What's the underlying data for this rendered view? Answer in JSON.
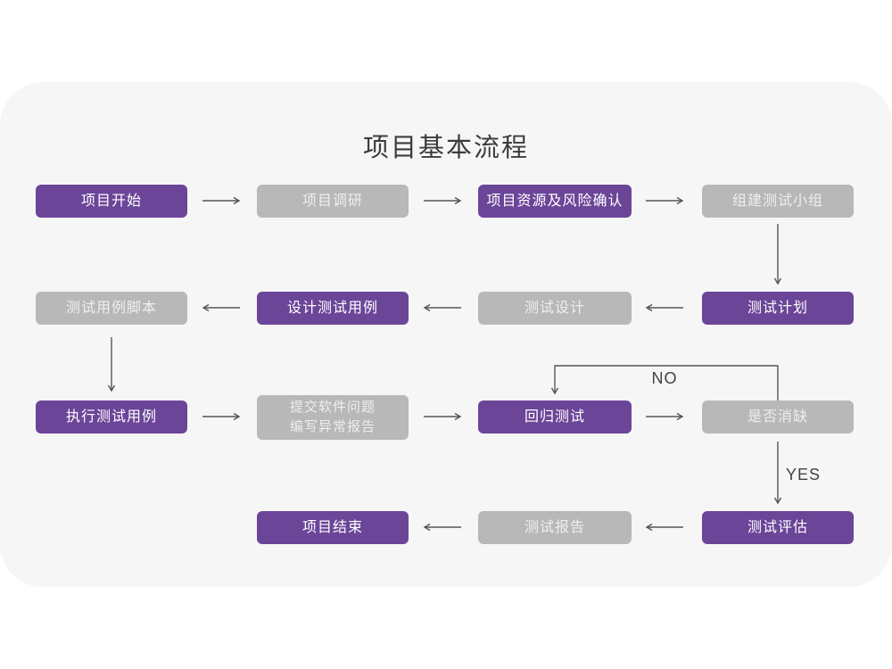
{
  "title": "项目基本流程",
  "colors": {
    "purple": "#6b4598",
    "gray": "#b8b8b8",
    "card_bg": "#f6f6f7",
    "arrow": "#555555"
  },
  "edge_labels": {
    "no": "NO",
    "yes": "YES"
  },
  "nodes": [
    {
      "id": "project-start",
      "label": "项目开始",
      "variant": "purple"
    },
    {
      "id": "project-research",
      "label": "项目调研",
      "variant": "gray"
    },
    {
      "id": "resources-risk",
      "label": "项目资源及风险确认",
      "variant": "purple"
    },
    {
      "id": "build-test-team",
      "label": "组建测试小组",
      "variant": "gray"
    },
    {
      "id": "test-case-script",
      "label": "测试用例脚本",
      "variant": "gray"
    },
    {
      "id": "design-test-case",
      "label": "设计测试用例",
      "variant": "purple"
    },
    {
      "id": "test-design",
      "label": "测试设计",
      "variant": "gray"
    },
    {
      "id": "test-plan",
      "label": "测试计划",
      "variant": "purple"
    },
    {
      "id": "execute-test-case",
      "label": "执行测试用例",
      "variant": "purple"
    },
    {
      "id": "submit-issue-report",
      "label": "提交软件问题\n编写异常报告",
      "variant": "gray"
    },
    {
      "id": "regression-test",
      "label": "回归测试",
      "variant": "purple"
    },
    {
      "id": "defect-cleared",
      "label": "是否消缺",
      "variant": "gray"
    },
    {
      "id": "project-end",
      "label": "项目结束",
      "variant": "purple"
    },
    {
      "id": "test-report",
      "label": "测试报告",
      "variant": "gray"
    },
    {
      "id": "test-evaluation",
      "label": "测试评估",
      "variant": "purple"
    }
  ]
}
